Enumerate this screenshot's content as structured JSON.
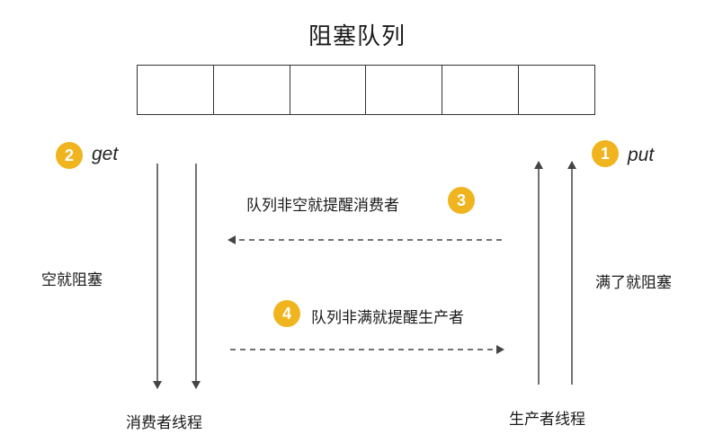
{
  "title": "阻塞队列",
  "queue": {
    "slots": 6
  },
  "consumer": {
    "badge": "2",
    "op": "get",
    "block_label": "空就阻塞",
    "thread_label": "消费者线程"
  },
  "producer": {
    "badge": "1",
    "op": "put",
    "block_label": "满了就阻塞",
    "thread_label": "生产者线程"
  },
  "notify_consumer": {
    "badge": "3",
    "text": "队列非空就提醒消费者"
  },
  "notify_producer": {
    "badge": "4",
    "text": "队列非满就提醒生产者"
  },
  "colors": {
    "badge": "#f0b41f",
    "line": "#444444"
  }
}
